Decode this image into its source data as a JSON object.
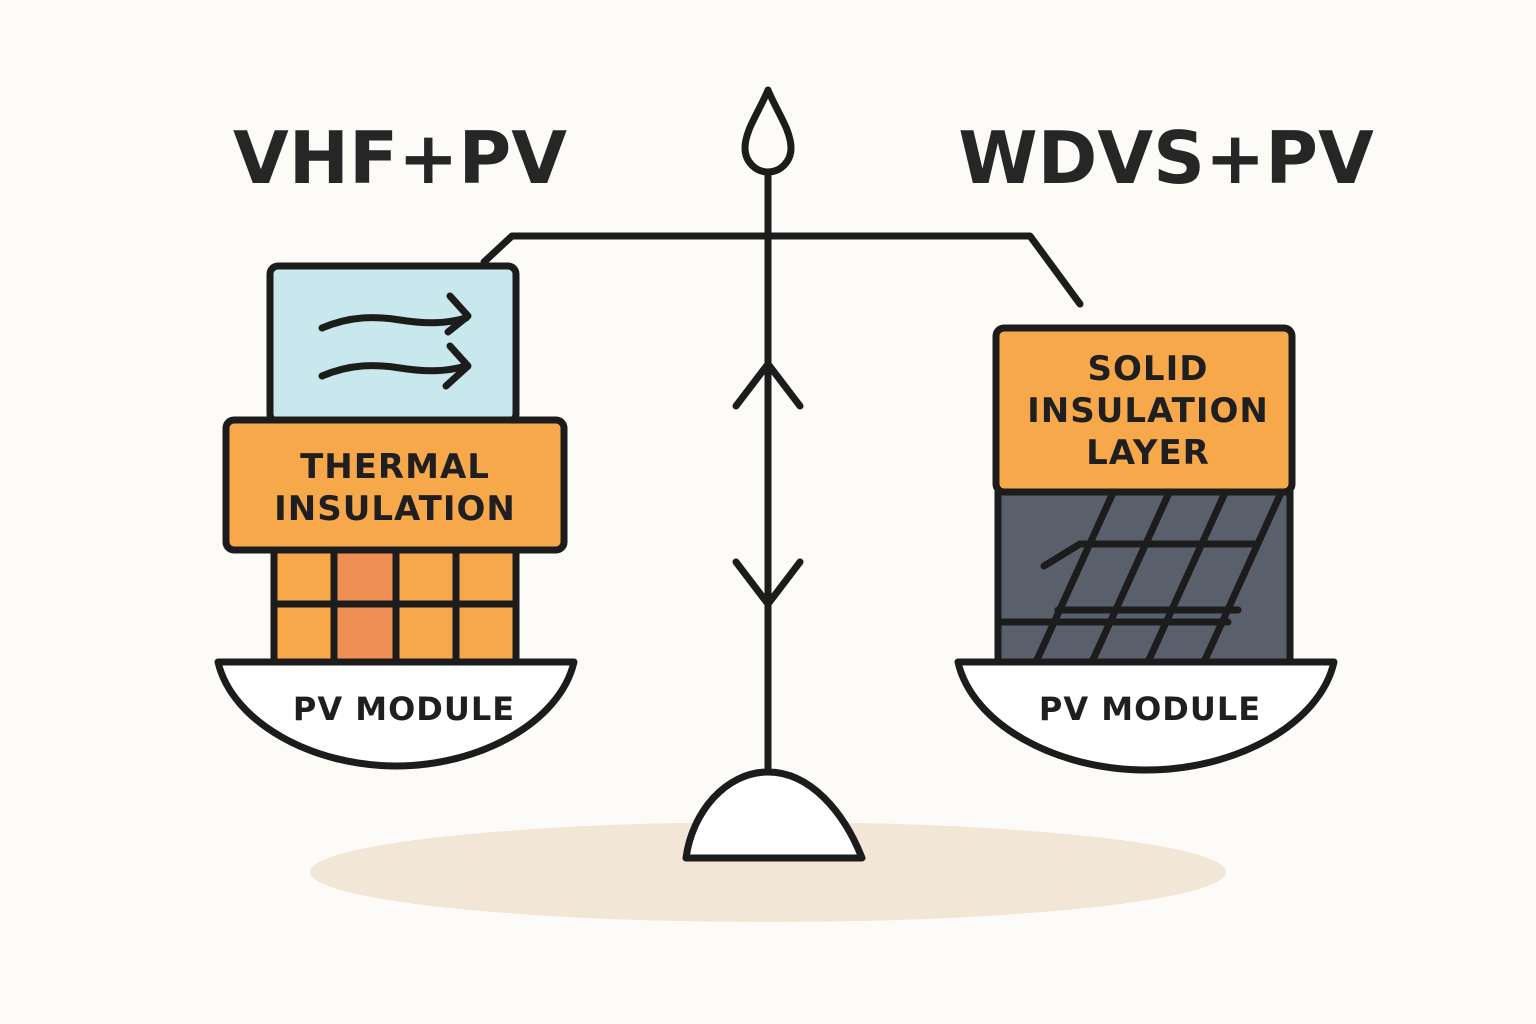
{
  "titles": {
    "left": "VHF+PV",
    "right": "WDVS+PV"
  },
  "left_stack": {
    "insulation_label_line1": "THERMAL",
    "insulation_label_line2": "INSULATION",
    "pan_label": "PV MODULE"
  },
  "right_stack": {
    "insulation_label_line1": "SOLID",
    "insulation_label_line2": "INSULATION",
    "insulation_label_line3": "LAYER",
    "pan_label": "PV MODULE"
  },
  "colors": {
    "background": "#fcfbf8",
    "outline": "#1c1c1c",
    "air_gap": "#c9e8ee",
    "insulation_orange": "#f7a84a",
    "grid_dark_orange": "#ef8f54",
    "pv_panel": "#5a606b",
    "shadow": "#f2e6d6"
  },
  "icons": {
    "airflow": "airflow-arrows-icon",
    "balance": "balance-scale-icon"
  }
}
